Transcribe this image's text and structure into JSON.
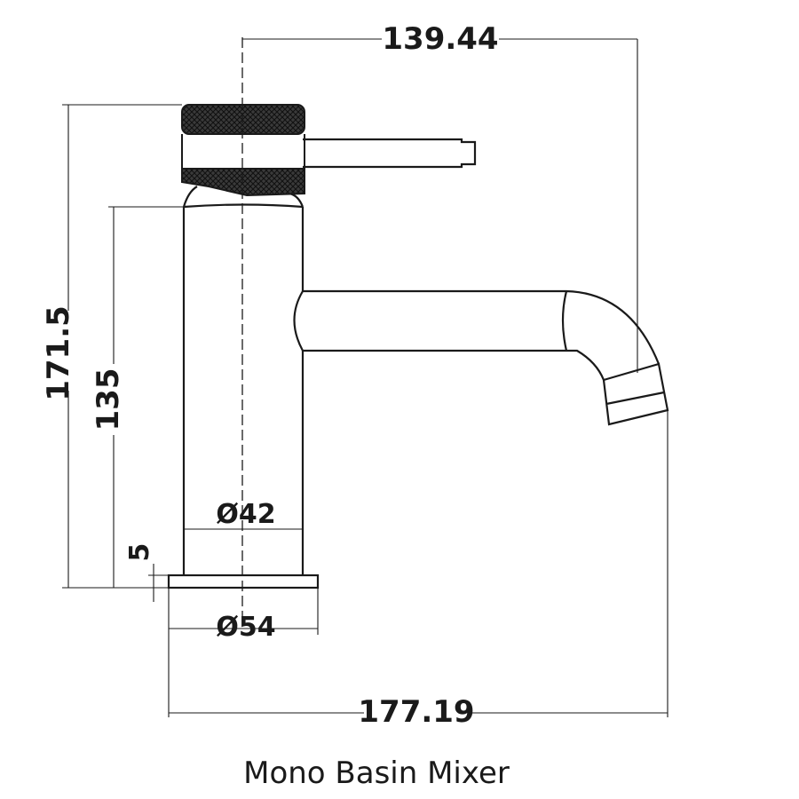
{
  "title": "Mono Basin Mixer",
  "dimensions": {
    "spout_reach": "139.44",
    "overall_height": "171.5",
    "body_height": "135",
    "base_thickness": "5",
    "body_diameter": "Ø42",
    "base_diameter": "Ø54",
    "overall_depth": "177.19"
  },
  "colors": {
    "line": "#1a1a1a",
    "knurl": "#2b2b2b"
  }
}
